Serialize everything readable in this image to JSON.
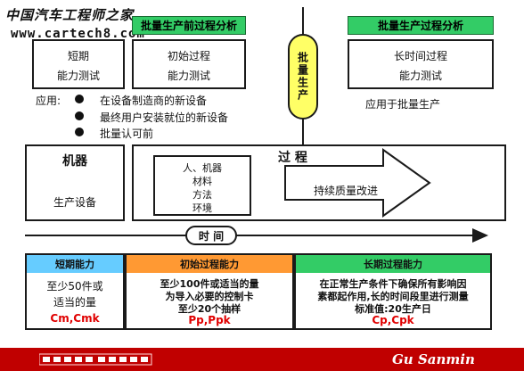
{
  "watermark": {
    "site_name": "中国汽车工程师之家",
    "url": "www.cartech8.com"
  },
  "top": {
    "left_header": "批量生产前过程分析",
    "right_header": "批量生产过程分析",
    "box_short_1": "短期",
    "box_short_2": "能力测试",
    "box_initial_1": "初始过程",
    "box_initial_2": "能力测试",
    "divider_label": "批量生产",
    "box_long_1": "长时间过程",
    "box_long_2": "能力测试",
    "apply_prod": "应用于批量生产"
  },
  "application": {
    "label": "应用:",
    "items": [
      "在设备制造商的新设备",
      "最终用户安装就位的新设备",
      "批量认可前"
    ]
  },
  "middle": {
    "machine_title": "机器",
    "machine_sub": "生产设备",
    "process_title": "过      程",
    "factors": [
      "人、机器",
      "材料",
      "方法",
      "环境"
    ],
    "continuous": "持续质量改进",
    "time_label": "时 间"
  },
  "bottom": {
    "machine": {
      "header": "短期能力",
      "lines": [
        "至少50件或",
        "适当的量"
      ],
      "index": "Cm,Cmk",
      "header_color": "#66ccff"
    },
    "initial": {
      "header": "初始过程能力",
      "lines": [
        "至少100件或适当的量",
        "为导入必要的控制卡",
        "至少20个抽样"
      ],
      "index": "Pp,Ppk",
      "header_color": "#ff9933"
    },
    "long": {
      "header": "长期过程能力",
      "lines": [
        "在正常生产条件下确保所有影响因",
        "素都起作用,长的时间段里进行测量",
        "标准值:20生产日"
      ],
      "index": "Cp,Cpk",
      "header_color": "#33cc66"
    }
  },
  "footer": {
    "signature": "Gu Sanmin"
  }
}
